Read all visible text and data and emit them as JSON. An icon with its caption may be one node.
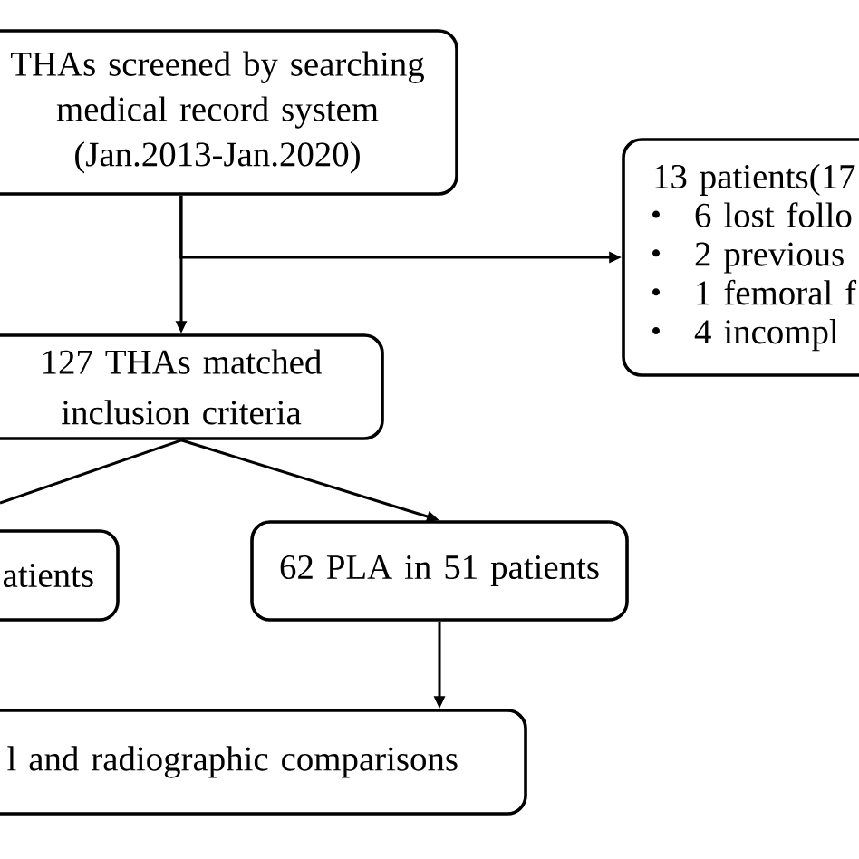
{
  "diagram": {
    "nodes": [
      {
        "text": [
          "THAs screened by searching medical record system (Jan.2013-Jan.2020)"
        ]
      },
      {
        "text": [
          "13 patients(17",
          "6 lost follo",
          "2 previous",
          "1 femoral f",
          "4 incompl"
        ]
      },
      {
        "text": [
          "127 THAs matched inclusion criteria"
        ]
      },
      {
        "text": [
          "atients"
        ]
      },
      {
        "text": [
          "62 PLA in 51 patients"
        ]
      },
      {
        "text": [
          "l and radiographic comparisons"
        ]
      }
    ],
    "edges": [
      {
        "from": 0,
        "to": 2,
        "arrow": "to"
      },
      {
        "from": 0,
        "to": 1,
        "arrow": "to"
      },
      {
        "from": 2,
        "to": null,
        "arrow": "none"
      },
      {
        "from": 2,
        "to": 4,
        "arrow": "to"
      },
      {
        "from": 4,
        "to": 5,
        "arrow": "to"
      }
    ]
  }
}
